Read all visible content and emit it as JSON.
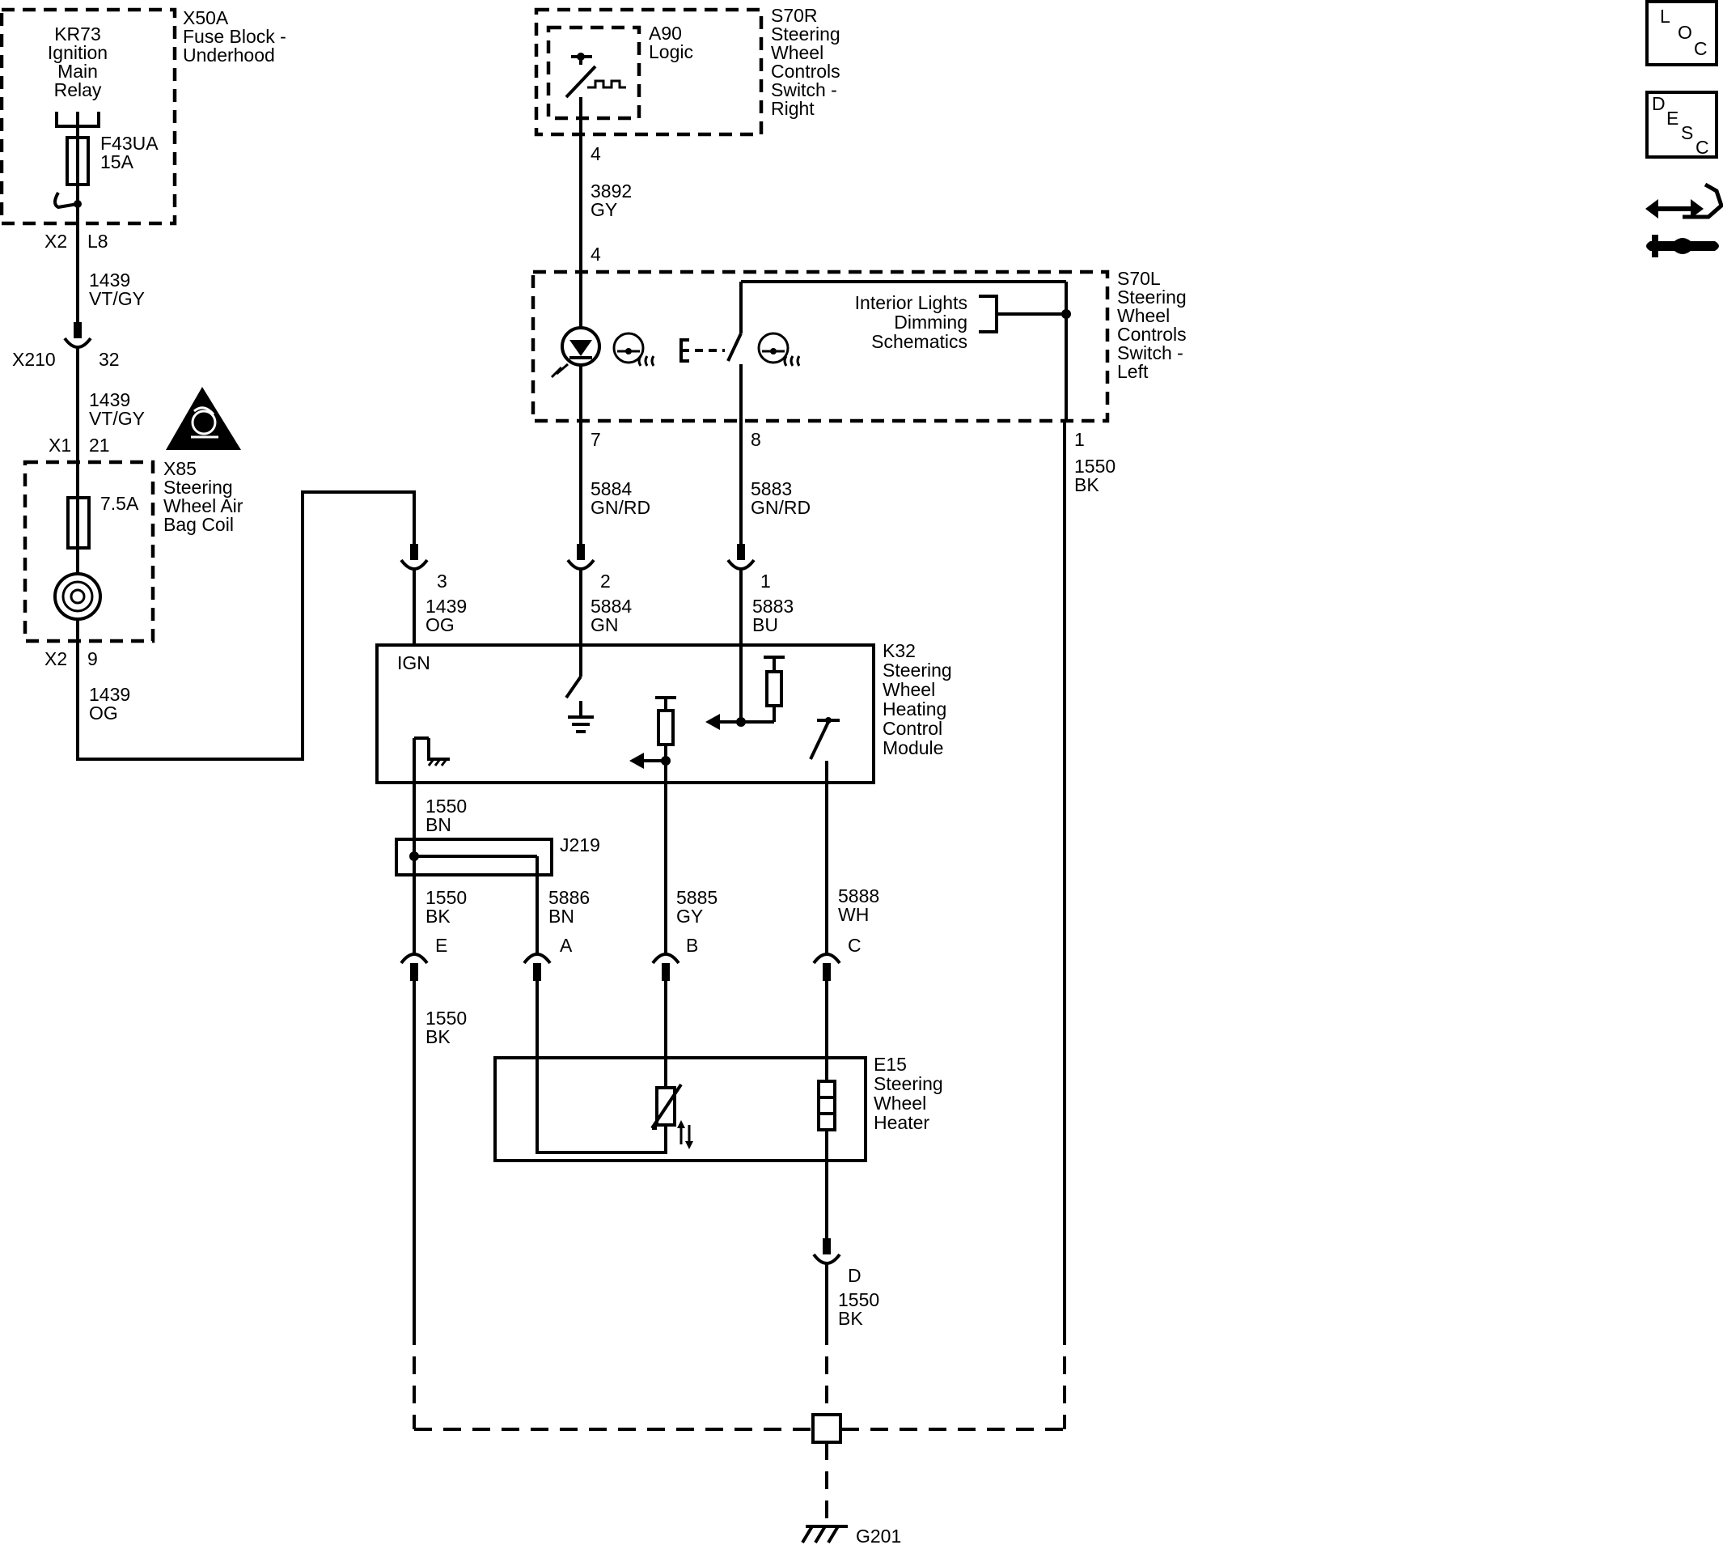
{
  "components": {
    "kr73": [
      "KR73",
      "Ignition",
      "Main",
      "Relay"
    ],
    "x50a": [
      "X50A",
      "Fuse Block -",
      "Underhood"
    ],
    "f43ua": [
      "F43UA",
      "15A"
    ],
    "a90": [
      "A90",
      "Logic"
    ],
    "s70r": [
      "S70R",
      "Steering",
      "Wheel",
      "Controls",
      "Switch -",
      "Right"
    ],
    "s70l": [
      "S70L",
      "Steering",
      "Wheel",
      "Controls",
      "Switch -",
      "Left"
    ],
    "interior_lights": [
      "Interior Lights",
      "Dimming",
      "Schematics"
    ],
    "x85": [
      "X85",
      "Steering",
      "Wheel Air",
      "Bag Coil"
    ],
    "fuse_x85": "7.5A",
    "k32": [
      "K32",
      "Steering",
      "Wheel",
      "Heating",
      "Control",
      "Module"
    ],
    "ign": "IGN",
    "j219": "J219",
    "e15": [
      "E15",
      "Steering",
      "Wheel",
      "Heater"
    ],
    "g201": "G201"
  },
  "connectors": {
    "x2_left": "X2",
    "l8": "L8",
    "x210": "X210",
    "pin32": "32",
    "x1": "X1",
    "pin21": "21",
    "x2_bottom": "X2",
    "pin9": "9",
    "a90_pin4": "4",
    "s70l_pin4": "4",
    "s70l_pin7": "7",
    "s70l_pin8": "8",
    "s70l_pin1": "1",
    "k32_pin3": "3",
    "k32_pin2": "2",
    "k32_pin1": "1",
    "e15_pinE": "E",
    "e15_pinA": "A",
    "e15_pinB": "B",
    "e15_pinC": "C",
    "e15_pinD": "D"
  },
  "wires": {
    "w1439_top": [
      "1439",
      "VT/GY"
    ],
    "w1439_mid": [
      "1439",
      "VT/GY"
    ],
    "w1439_og_left": [
      "1439",
      "OG"
    ],
    "w1439_og_k32": [
      "1439",
      "OG"
    ],
    "w3892": [
      "3892",
      "GY"
    ],
    "w5884_upper": [
      "5884",
      "GN/RD"
    ],
    "w5883_upper": [
      "5883",
      "GN/RD"
    ],
    "w1550_right": [
      "1550",
      "BK"
    ],
    "w5884_lower": [
      "5884",
      "GN"
    ],
    "w5883_lower": [
      "5883",
      "BU"
    ],
    "w1550_bn": [
      "1550",
      "BN"
    ],
    "w1550_bk_e": [
      "1550",
      "BK"
    ],
    "w5886": [
      "5886",
      "BN"
    ],
    "w5885": [
      "5885",
      "GY"
    ],
    "w5888": [
      "5888",
      "WH"
    ],
    "w1550_bk_lower": [
      "1550",
      "BK"
    ],
    "w1550_bk_d": [
      "1550",
      "BK"
    ]
  },
  "nav": {
    "loc": [
      "L",
      "O",
      "C"
    ],
    "desc": [
      "D",
      "E",
      "S",
      "C"
    ]
  }
}
